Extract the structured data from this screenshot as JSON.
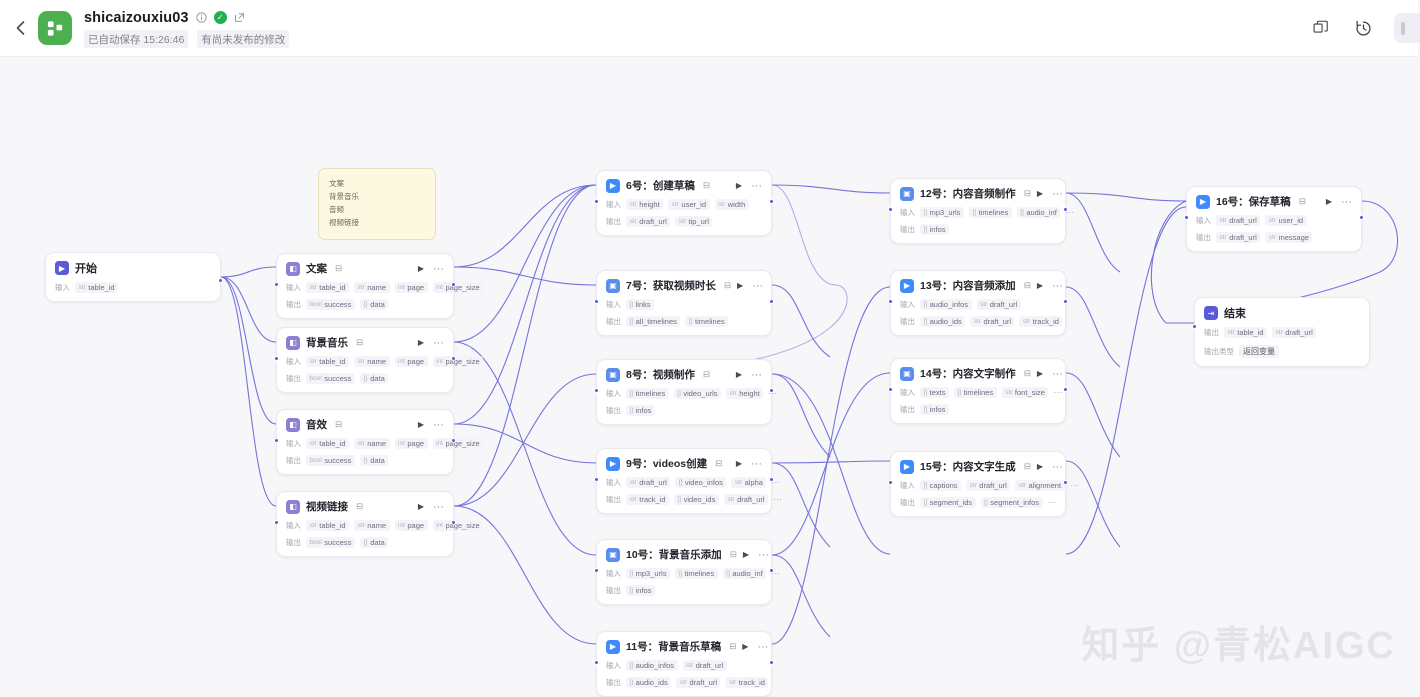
{
  "header": {
    "back_label": "‹",
    "project_title": "shicaizouxiu03",
    "autosave_text": "已自动保存 15:26:46",
    "unpublished_text": "有尚未发布的修改",
    "icons": {
      "info": "info-icon",
      "verified": "verified-check-icon",
      "edit": "edit-icon",
      "duplicate": "duplicate-icon",
      "history": "history-icon"
    }
  },
  "note": {
    "lines": [
      "文案",
      "背景音乐",
      "音频",
      "视频链接"
    ]
  },
  "nodes": {
    "start": {
      "title": "开始",
      "input_label": "输入",
      "inputs": [
        {
          "type": "str",
          "name": "table_id"
        }
      ]
    },
    "end": {
      "title": "结束",
      "output_label": "输出",
      "outputs": [
        {
          "type": "str",
          "name": "table_id"
        },
        {
          "type": "str",
          "name": "draft_url"
        }
      ],
      "mode_label": "输出类型",
      "mode_value": "返回变量"
    },
    "list": [
      {
        "id": "wenan",
        "title": "文案",
        "flag": "⊟",
        "icon_kind": "plugin",
        "input_label": "输入",
        "output_label": "输出",
        "inputs": [
          {
            "type": "str",
            "name": "table_id"
          },
          {
            "type": "str",
            "name": "name"
          },
          {
            "type": "int",
            "name": "page"
          },
          {
            "type": "int",
            "name": "page_size"
          }
        ],
        "outputs": [
          {
            "type": "bool",
            "name": "success"
          },
          {
            "type": "{}",
            "name": "data"
          }
        ]
      },
      {
        "id": "bgm",
        "title": "背景音乐",
        "flag": "⊟",
        "icon_kind": "plugin",
        "input_label": "输入",
        "output_label": "输出",
        "inputs": [
          {
            "type": "str",
            "name": "table_id"
          },
          {
            "type": "str",
            "name": "name"
          },
          {
            "type": "int",
            "name": "page"
          },
          {
            "type": "int",
            "name": "page_size"
          }
        ],
        "outputs": [
          {
            "type": "bool",
            "name": "success"
          },
          {
            "type": "{}",
            "name": "data"
          }
        ]
      },
      {
        "id": "yinxiao",
        "title": "音效",
        "flag": "⊟",
        "icon_kind": "plugin",
        "input_label": "输入",
        "output_label": "输出",
        "inputs": [
          {
            "type": "str",
            "name": "table_id"
          },
          {
            "type": "str",
            "name": "name"
          },
          {
            "type": "int",
            "name": "page"
          },
          {
            "type": "int",
            "name": "page_size"
          }
        ],
        "outputs": [
          {
            "type": "bool",
            "name": "success"
          },
          {
            "type": "{}",
            "name": "data"
          }
        ]
      },
      {
        "id": "shipinlianjie",
        "title": "视频链接",
        "flag": "⊟",
        "icon_kind": "plugin",
        "input_label": "输入",
        "output_label": "输出",
        "inputs": [
          {
            "type": "str",
            "name": "table_id"
          },
          {
            "type": "str",
            "name": "name"
          },
          {
            "type": "int",
            "name": "page"
          },
          {
            "type": "int",
            "name": "page_size"
          }
        ],
        "outputs": [
          {
            "type": "bool",
            "name": "success"
          },
          {
            "type": "{}",
            "name": "data"
          }
        ]
      },
      {
        "id": "n6",
        "title": "6号：创建草稿",
        "flag": "⊟",
        "icon_kind": "api",
        "input_label": "输入",
        "output_label": "输出",
        "inputs": [
          {
            "type": "str",
            "name": "height"
          },
          {
            "type": "str",
            "name": "user_id"
          },
          {
            "type": "str",
            "name": "width"
          }
        ],
        "outputs": [
          {
            "type": "str",
            "name": "draft_url"
          },
          {
            "type": "str",
            "name": "tip_url"
          }
        ]
      },
      {
        "id": "n7",
        "title": "7号：获取视频时长",
        "flag": "⊟",
        "icon_kind": "code",
        "input_label": "输入",
        "output_label": "输出",
        "inputs": [
          {
            "type": "[]",
            "name": "links"
          }
        ],
        "outputs": [
          {
            "type": "[]",
            "name": "all_timelines"
          },
          {
            "type": "[]",
            "name": "timelines"
          }
        ]
      },
      {
        "id": "n8",
        "title": "8号：视频制作",
        "flag": "⊟",
        "icon_kind": "code",
        "input_label": "输入",
        "output_label": "输出",
        "inputs": [
          {
            "type": "[]",
            "name": "timelines"
          },
          {
            "type": "[]",
            "name": "video_urls"
          },
          {
            "type": "str",
            "name": "height"
          }
        ],
        "inputs_overflow": true,
        "outputs": [
          {
            "type": "[]",
            "name": "infos"
          }
        ]
      },
      {
        "id": "n9",
        "title": "9号：videos创建",
        "flag": "⊟",
        "icon_kind": "api",
        "input_label": "输入",
        "output_label": "输出",
        "inputs": [
          {
            "type": "str",
            "name": "draft_url"
          },
          {
            "type": "[]",
            "name": "video_infos"
          },
          {
            "type": "str",
            "name": "alpha"
          }
        ],
        "inputs_overflow": true,
        "outputs": [
          {
            "type": "str",
            "name": "track_id"
          },
          {
            "type": "[]",
            "name": "video_ids"
          },
          {
            "type": "str",
            "name": "draft_url"
          }
        ],
        "outputs_overflow": true
      },
      {
        "id": "n10",
        "title": "10号：背景音乐添加",
        "flag": "⊟",
        "icon_kind": "code",
        "input_label": "输入",
        "output_label": "输出",
        "inputs": [
          {
            "type": "[]",
            "name": "mp3_urls"
          },
          {
            "type": "[]",
            "name": "timelines"
          },
          {
            "type": "[]",
            "name": "audio_inf"
          }
        ],
        "inputs_overflow": true,
        "outputs": [
          {
            "type": "[]",
            "name": "infos"
          }
        ]
      },
      {
        "id": "n11",
        "title": "11号：背景音乐草稿",
        "flag": "⊟",
        "icon_kind": "api",
        "input_label": "输入",
        "output_label": "输出",
        "inputs": [
          {
            "type": "[]",
            "name": "audio_infos"
          },
          {
            "type": "str",
            "name": "draft_url"
          }
        ],
        "outputs": [
          {
            "type": "[]",
            "name": "audio_ids"
          },
          {
            "type": "str",
            "name": "draft_url"
          },
          {
            "type": "str",
            "name": "track_id"
          }
        ]
      },
      {
        "id": "n12",
        "title": "12号：内容音频制作",
        "flag": "⊟",
        "icon_kind": "code",
        "input_label": "输入",
        "output_label": "输出",
        "inputs": [
          {
            "type": "[]",
            "name": "mp3_urls"
          },
          {
            "type": "[]",
            "name": "timelines"
          },
          {
            "type": "[]",
            "name": "audio_inf"
          }
        ],
        "inputs_overflow": true,
        "outputs": [
          {
            "type": "[]",
            "name": "infos"
          }
        ]
      },
      {
        "id": "n13",
        "title": "13号：内容音频添加",
        "flag": "⊟",
        "icon_kind": "api",
        "input_label": "输入",
        "output_label": "输出",
        "inputs": [
          {
            "type": "[]",
            "name": "audio_infos"
          },
          {
            "type": "str",
            "name": "draft_url"
          }
        ],
        "outputs": [
          {
            "type": "[]",
            "name": "audio_ids"
          },
          {
            "type": "str",
            "name": "draft_url"
          },
          {
            "type": "str",
            "name": "track_id"
          }
        ]
      },
      {
        "id": "n14",
        "title": "14号：内容文字制作",
        "flag": "⊟",
        "icon_kind": "code",
        "input_label": "输入",
        "output_label": "输出",
        "inputs": [
          {
            "type": "[]",
            "name": "texts"
          },
          {
            "type": "[]",
            "name": "timelines"
          },
          {
            "type": "str",
            "name": "font_size"
          }
        ],
        "inputs_overflow": true,
        "outputs": [
          {
            "type": "[]",
            "name": "infos"
          }
        ]
      },
      {
        "id": "n15",
        "title": "15号：内容文字生成",
        "flag": "⊟",
        "icon_kind": "api",
        "input_label": "输入",
        "output_label": "输出",
        "inputs": [
          {
            "type": "[]",
            "name": "captions"
          },
          {
            "type": "str",
            "name": "draft_url"
          },
          {
            "type": "str",
            "name": "alignment"
          }
        ],
        "inputs_overflow": true,
        "outputs": [
          {
            "type": "[]",
            "name": "segment_ids"
          },
          {
            "type": "[]",
            "name": "segment_infos"
          }
        ],
        "outputs_overflow": true
      },
      {
        "id": "n16",
        "title": "16号：保存草稿",
        "flag": "⊟",
        "icon_kind": "api",
        "input_label": "输入",
        "output_label": "输出",
        "inputs": [
          {
            "type": "str",
            "name": "draft_url"
          },
          {
            "type": "str",
            "name": "user_id"
          }
        ],
        "outputs": [
          {
            "type": "str",
            "name": "draft_url"
          },
          {
            "type": "str",
            "name": "message"
          }
        ]
      }
    ]
  },
  "watermark": "知乎 @青松AIGC",
  "colors": {
    "brand_green": "#4cb050",
    "node_accent": "#5b5bd6",
    "canvas_bg": "#f7f7fa",
    "edge": "#5b5bd6"
  }
}
